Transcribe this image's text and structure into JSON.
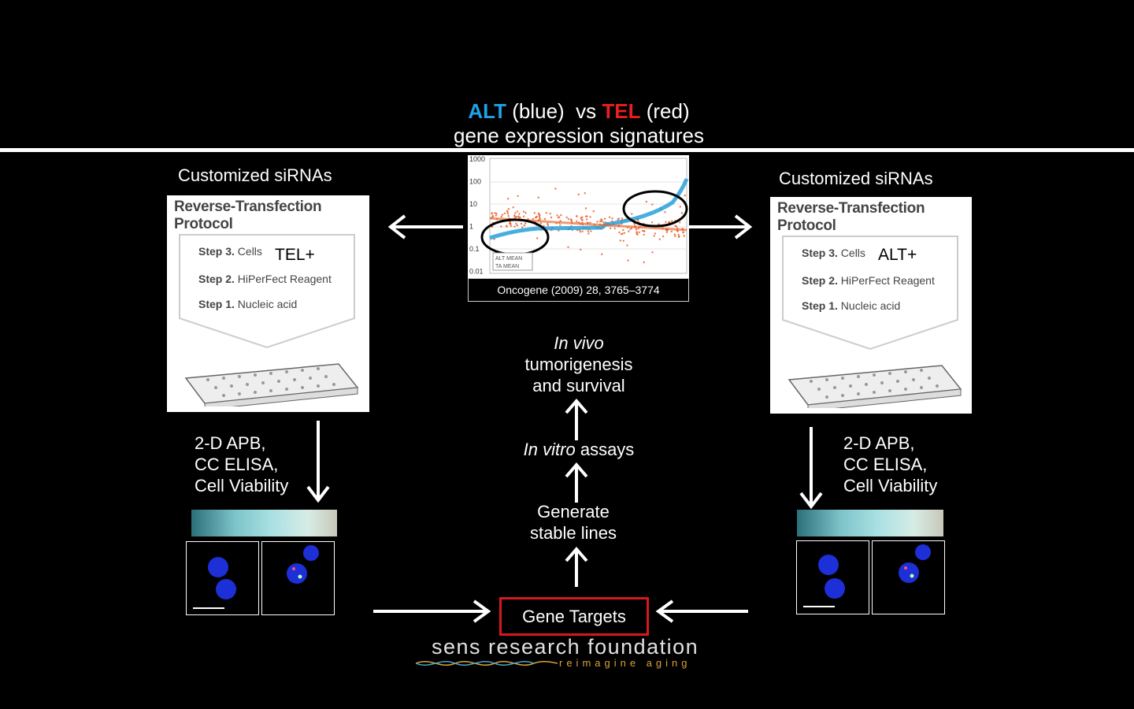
{
  "header": {
    "alt_word": "ALT",
    "alt_note": "(blue)",
    "vs": "vs",
    "tel_word": "TEL",
    "tel_note": "(red)",
    "subtitle": "gene expression signatures",
    "colors": {
      "alt": "#1fa2e6",
      "tel": "#e8201d"
    }
  },
  "left": {
    "caption": "Customized siRNAs",
    "protocol_title": "Reverse-Transfection Protocol",
    "steps": [
      {
        "num": "Step 3.",
        "text": "Cells"
      },
      {
        "num": "Step 2.",
        "text": "HiPerFect Reagent"
      },
      {
        "num": "Step 1.",
        "text": "Nucleic acid"
      }
    ],
    "cell_type": "TEL+",
    "assays": [
      "2-D APB,",
      "CC ELISA,",
      "Cell Viability"
    ]
  },
  "right": {
    "caption": "Customized siRNAs",
    "protocol_title": "Reverse-Transfection Protocol",
    "steps": [
      {
        "num": "Step 3.",
        "text": "Cells"
      },
      {
        "num": "Step 2.",
        "text": "HiPerFect Reagent"
      },
      {
        "num": "Step 1.",
        "text": "Nucleic acid"
      }
    ],
    "cell_type": "ALT+",
    "assays": [
      "2-D APB,",
      "CC ELISA,",
      "Cell Viability"
    ]
  },
  "chart": {
    "y_ticks": [
      "1000",
      "100",
      "10",
      "1",
      "0.1",
      "0.01"
    ],
    "legend": [
      "ALT MEAN",
      "TA MEAN"
    ],
    "citation": "Oncogene (2009) 28, 3765–3774"
  },
  "flow": {
    "in_vivo": "In vivo",
    "in_vivo_rest": [
      "tumorigenesis",
      "and survival"
    ],
    "in_vitro": "In vitro",
    "in_vitro_rest": "assays",
    "stable": [
      "Generate",
      "stable lines"
    ],
    "gene_targets": "Gene Targets"
  },
  "logo": {
    "name": "sens research foundation",
    "tagline": "reimagine aging"
  }
}
